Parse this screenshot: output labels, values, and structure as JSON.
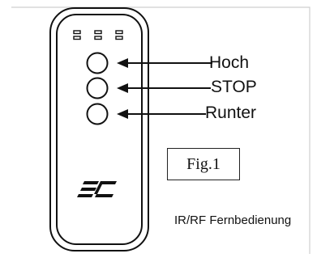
{
  "labels": {
    "hoch": "Hoch",
    "stop": "STOP",
    "runter": "Runter"
  },
  "figure_label": "Fig.1",
  "caption": "IR/RF Fernbedienung",
  "colors": {
    "ink": "#111111",
    "frame": "#cccccc",
    "background": "#ffffff"
  },
  "icons": {
    "logo": "elite-screens-logo-icon",
    "leds": "led-indicator-icon"
  }
}
